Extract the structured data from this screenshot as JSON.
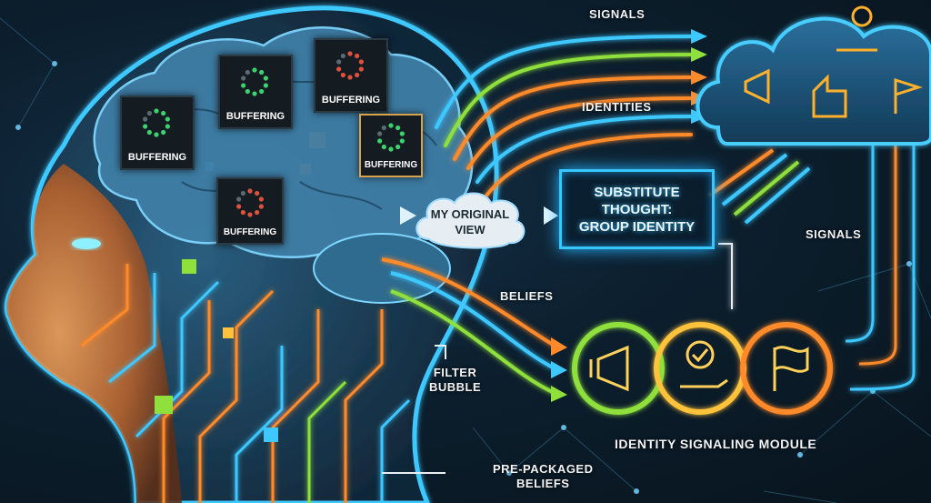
{
  "labels": {
    "signals_top": "SIGNALS",
    "identities": "IDENTITIES",
    "signals_right": "SIGNALS",
    "beliefs": "BELIEFS",
    "filter_bubble": "FILTER\nBUBBLE",
    "pre_packaged": "PRE-PACKAGED\nBELIEFS",
    "module": "IDENTITY SIGNALING MODULE"
  },
  "buffering": [
    {
      "id": "b1",
      "text": "BUFFERING",
      "color": "#3bd16f"
    },
    {
      "id": "b2",
      "text": "BUFFERING",
      "color": "#3bd16f"
    },
    {
      "id": "b3",
      "text": "BUFFERING",
      "color": "#e0513b"
    },
    {
      "id": "b4",
      "text": "BUFFERING",
      "color": "#3bd16f"
    },
    {
      "id": "b5",
      "text": "BUFFERING",
      "color": "#e0513b"
    }
  ],
  "original_view": "MY ORIGINAL\nVIEW",
  "substitute": "SUBSTITUTE\nTHOUGHT:\nGROUP IDENTITY",
  "colors": {
    "cyan": "#3ec8ff",
    "orange": "#ff8a2b",
    "green": "#8fe03c",
    "gold": "#ffc23a"
  },
  "icons": [
    "megaphone-icon",
    "badge-hand-icon",
    "thumbs-up-icon",
    "flag-icon"
  ]
}
